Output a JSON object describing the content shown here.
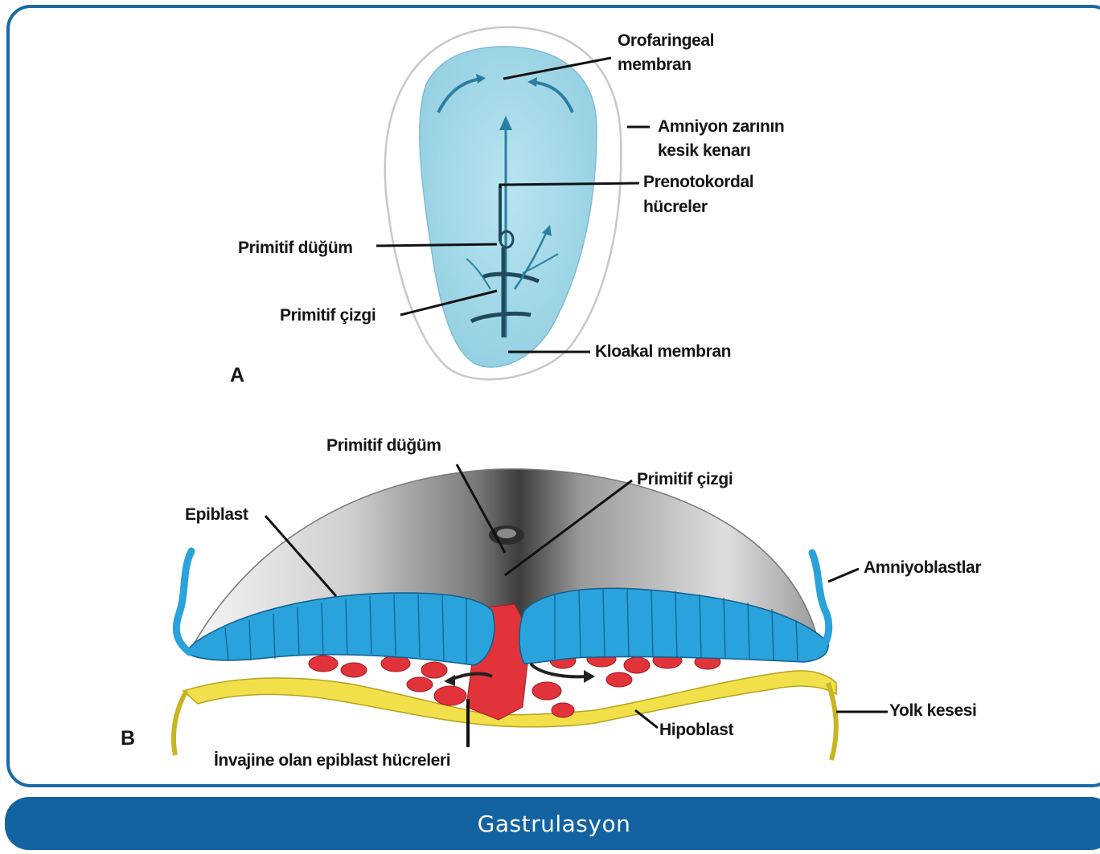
{
  "figure": {
    "panel_a": {
      "letter": "A",
      "labels": {
        "orofaringeal_1": "Orofaringeal",
        "orofaringeal_2": "membran",
        "amniyon_1": "Amniyon zarının",
        "amniyon_2": "kesik kenarı",
        "prenotokordal_1": "Prenotokordal",
        "prenotokordal_2": "hücreler",
        "primitif_dugum": "Primitif düğüm",
        "primitif_cizgi": "Primitif çizgi",
        "kloakal": "Kloakal membran"
      }
    },
    "panel_b": {
      "letter": "B",
      "labels": {
        "primitif_dugum": "Primitif düğüm",
        "primitif_cizgi": "Primitif çizgi",
        "epiblast": "Epiblast",
        "amniyoblastlar": "Amniyoblastlar",
        "yolk_kesesi": "Yolk kesesi",
        "hipoblast": "Hipoblast",
        "invajine": "İnvajine olan epiblast hücreleri"
      }
    },
    "colors": {
      "frame": "#1d6aa6",
      "caption_bar": "#1363a2",
      "embryonic_disc": "#a9dbe9",
      "epiblast": "#2aa2dc",
      "mesoderm": "#e8323c",
      "hypoblast": "#f1e04a"
    }
  },
  "caption": "Gastrulasyon"
}
